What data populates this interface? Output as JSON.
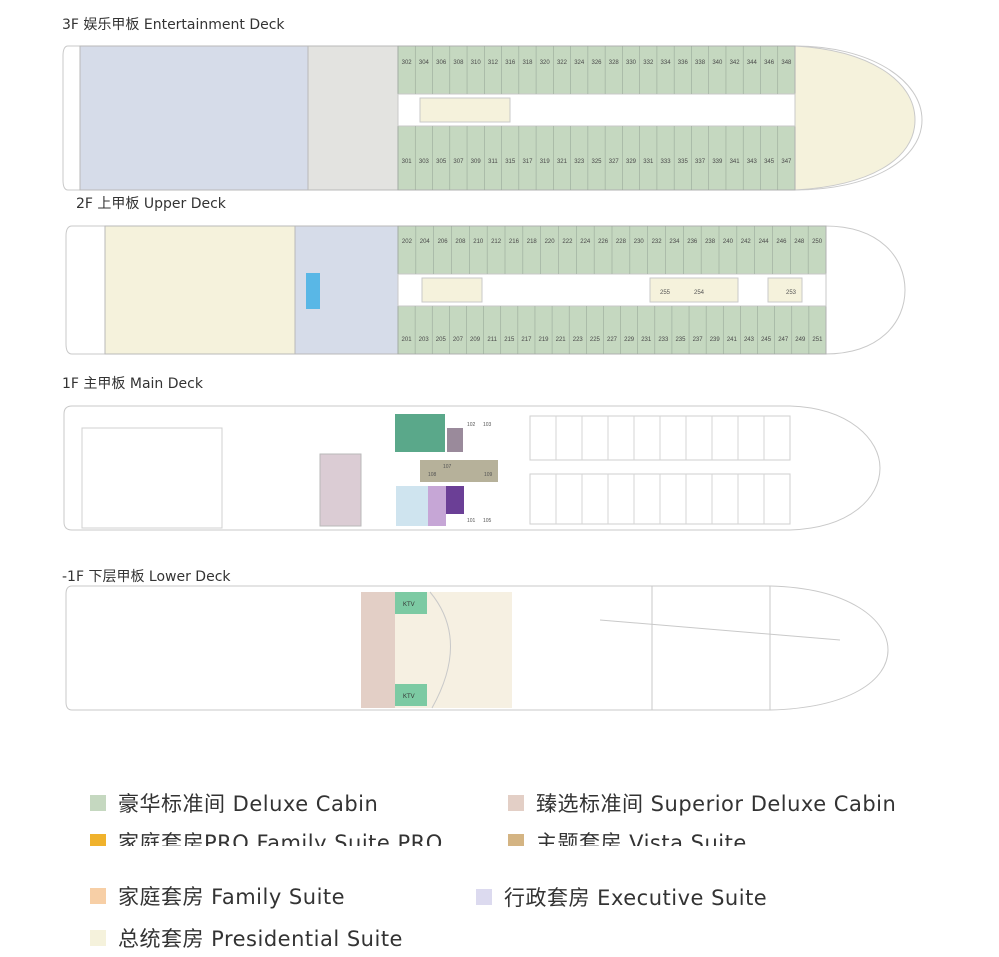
{
  "colors": {
    "deluxe": "#c5d8c0",
    "superior": "#e3cfc6",
    "family_pro": "#f0b22c",
    "vista": "#d4b483",
    "family": "#f7cfa6",
    "executive": "#dcdaef",
    "presidential": "#f5f2dc",
    "public_blue": "#d6dce9",
    "public_grey": "#e3e3e0",
    "kitchen": "#dbccd4",
    "green_room": "#5aa88a",
    "purple": "#6b3f96",
    "lilac": "#c6a6d6",
    "olive": "#b6b19a",
    "ltblue": "#cfe4ef",
    "teal": "#7ccaa3",
    "mauve": "#9a8a9b"
  },
  "decks": [
    {
      "id": "3f",
      "label": "3F 娱乐甲板 Entertainment Deck",
      "rooms_top": [
        "302",
        "304",
        "306",
        "308",
        "310",
        "312",
        "316",
        "318",
        "320",
        "322",
        "324",
        "326",
        "328",
        "330",
        "332",
        "334",
        "336",
        "338",
        "340",
        "342",
        "344",
        "346",
        "348"
      ],
      "rooms_bottom": [
        "301",
        "303",
        "305",
        "307",
        "309",
        "311",
        "315",
        "317",
        "319",
        "321",
        "323",
        "325",
        "327",
        "329",
        "331",
        "333",
        "335",
        "337",
        "339",
        "341",
        "343",
        "345",
        "347"
      ]
    },
    {
      "id": "2f",
      "label": "2F 上甲板 Upper Deck",
      "rooms_top": [
        "202",
        "204",
        "206",
        "208",
        "210",
        "212",
        "216",
        "218",
        "220",
        "222",
        "224",
        "226",
        "228",
        "230",
        "232",
        "234",
        "236",
        "238",
        "240",
        "242",
        "244",
        "246",
        "248",
        "250"
      ],
      "rooms_bottom": [
        "201",
        "203",
        "205",
        "207",
        "209",
        "211",
        "215",
        "217",
        "219",
        "221",
        "223",
        "225",
        "227",
        "229",
        "231",
        "233",
        "235",
        "237",
        "239",
        "241",
        "243",
        "245",
        "247",
        "249",
        "251"
      ],
      "rooms_mid": [
        "255",
        "254",
        "253"
      ]
    },
    {
      "id": "1f",
      "label": "1F 主甲板 Main Deck",
      "small_labels": [
        "102",
        "103",
        "101",
        "105",
        "107",
        "108",
        "109"
      ]
    },
    {
      "id": "b1",
      "label": "-1F 下层甲板 Lower Deck",
      "ktv": [
        "KTV",
        "KTV"
      ]
    }
  ],
  "legend": [
    {
      "key": "deluxe",
      "color": "#c5d8c0",
      "label": "豪华标准间  Deluxe Cabin"
    },
    {
      "key": "superior",
      "color": "#e3cfc6",
      "label": "臻选标准间  Superior Deluxe Cabin"
    },
    {
      "key": "family_pro",
      "color": "#f0b22c",
      "label": "家庭套房PRO  Family Suite PRO"
    },
    {
      "key": "vista",
      "color": "#d4b483",
      "label": "主题套房  Vista Suite"
    },
    {
      "key": "family",
      "color": "#f7cfa6",
      "label": "家庭套房  Family Suite"
    },
    {
      "key": "executive",
      "color": "#dcdaef",
      "label": "行政套房  Executive Suite"
    },
    {
      "key": "presidential",
      "color": "#f5f2dc",
      "label": "总统套房  Presidential Suite"
    }
  ]
}
